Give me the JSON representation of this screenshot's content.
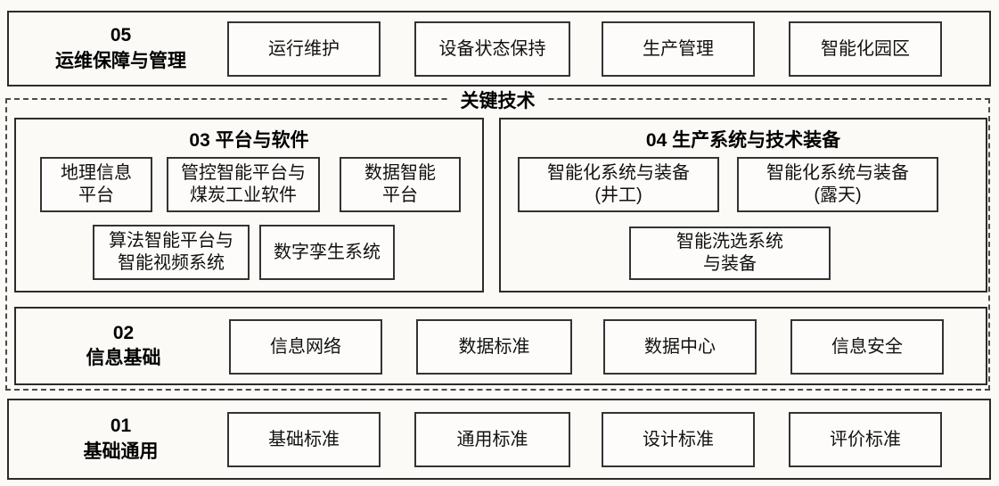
{
  "layers": {
    "ops": {
      "code": "05",
      "title": "运维保障与管理",
      "items": [
        "运行维护",
        "设备状态保持",
        "生产管理",
        "智能化园区"
      ]
    },
    "key_tech": {
      "label": "关键技术"
    },
    "platform": {
      "title": "03 平台与软件",
      "items": [
        "地理信息\n平台",
        "管控智能平台与\n煤炭工业软件",
        "数据智能\n平台",
        "算法智能平台与\n智能视频系统",
        "数字孪生系统"
      ]
    },
    "production": {
      "title": "04 生产系统与技术装备",
      "items": [
        "智能化系统与装备\n(井工)",
        "智能化系统与装备\n(露天)",
        "智能洗选系统\n与装备"
      ]
    },
    "info": {
      "code": "02",
      "title": "信息基础",
      "items": [
        "信息网络",
        "数据标准",
        "数据中心",
        "信息安全"
      ]
    },
    "basic": {
      "code": "01",
      "title": "基础通用",
      "items": [
        "基础标准",
        "通用标准",
        "设计标准",
        "评价标准"
      ]
    }
  }
}
